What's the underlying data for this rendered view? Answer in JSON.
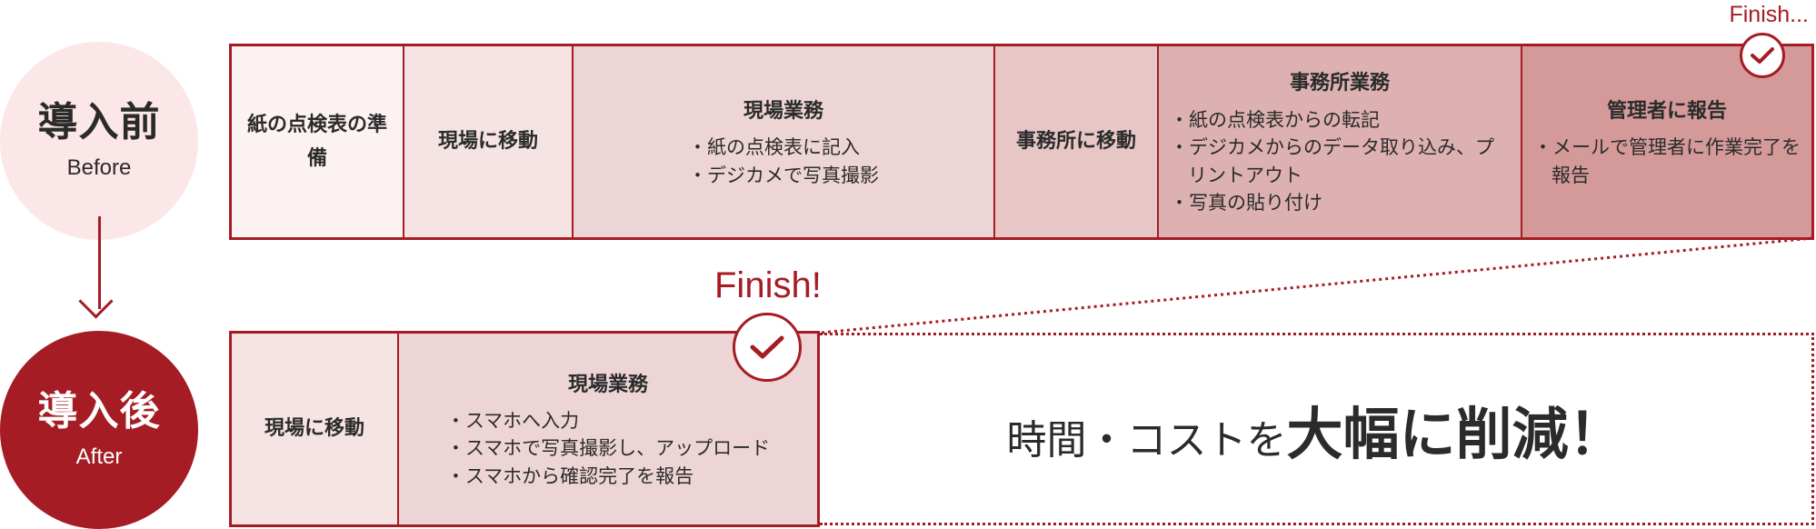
{
  "before": {
    "label": "導入前",
    "sublabel": "Before",
    "finish": "Finish...",
    "steps": [
      {
        "title": "紙の点検表の準備",
        "bullets": []
      },
      {
        "title": "現場に移動",
        "bullets": []
      },
      {
        "title": "現場業務",
        "bullets": [
          "紙の点検表に記入",
          "デジカメで写真撮影"
        ]
      },
      {
        "title": "事務所に移動",
        "bullets": []
      },
      {
        "title": "事務所業務",
        "bullets": [
          "紙の点検表からの転記",
          "デジカメからのデータ取り込み、プリントアウト",
          "写真の貼り付け"
        ]
      },
      {
        "title": "管理者に報告",
        "bullets": [
          "メールで管理者に作業完了を報告"
        ]
      }
    ],
    "step_colors": [
      "#fdf2f2",
      "#f6e3e3",
      "#eed5d5",
      "#e7c6c6",
      "#ddb1b1",
      "#d49a9a"
    ]
  },
  "after": {
    "label": "導入後",
    "sublabel": "After",
    "finish": "Finish!",
    "steps": [
      {
        "title": "現場に移動",
        "bullets": []
      },
      {
        "title": "現場業務",
        "bullets": [
          "スマホへ入力",
          "スマホで写真撮影し、アップロード",
          "スマホから確認完了を報告"
        ]
      }
    ],
    "step_colors": [
      "#f6e3e3",
      "#eed5d5"
    ]
  },
  "result": {
    "prefix": "時間・コストを",
    "emphasis": "大幅に削減！"
  },
  "colors": {
    "accent": "#a51c24"
  }
}
